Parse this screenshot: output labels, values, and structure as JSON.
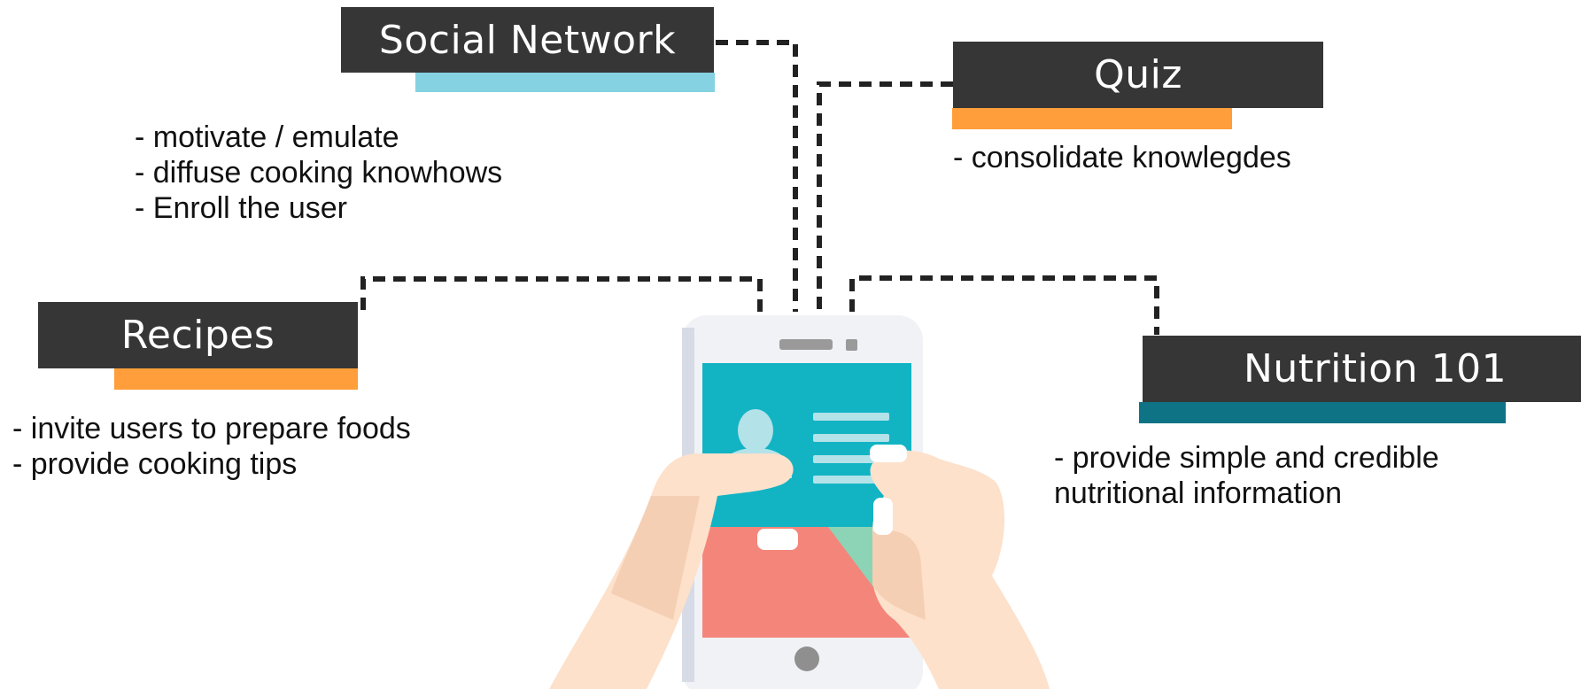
{
  "features": {
    "social_network": {
      "title": "Social Network",
      "accent": "#84d2e2",
      "notes": [
        "- motivate / emulate",
        "- diffuse cooking knowhows",
        "- Enroll the user"
      ]
    },
    "quiz": {
      "title": "Quiz",
      "accent": "#ff9e3a",
      "notes": [
        "- consolidate knowlegdes"
      ]
    },
    "recipes": {
      "title": "Recipes",
      "accent": "#ff9e3a",
      "notes": [
        "- invite users to prepare foods",
        "- provide cooking tips"
      ]
    },
    "nutrition_101": {
      "title": "Nutrition 101",
      "accent": "#0f7386",
      "notes": "- provide simple and credible nutritional information"
    }
  },
  "colors": {
    "box_fill": "#363636",
    "connector": "#222222",
    "phone_body": "#f0f2f6",
    "phone_screen": "#12b4c4",
    "screen_red": "#f4857b",
    "screen_green": "#8dd4b7",
    "skin": "#fde1cb"
  },
  "icons": [
    "user-avatar-icon",
    "content-lines-icon",
    "home-button-icon",
    "phone-speaker-icon"
  ]
}
